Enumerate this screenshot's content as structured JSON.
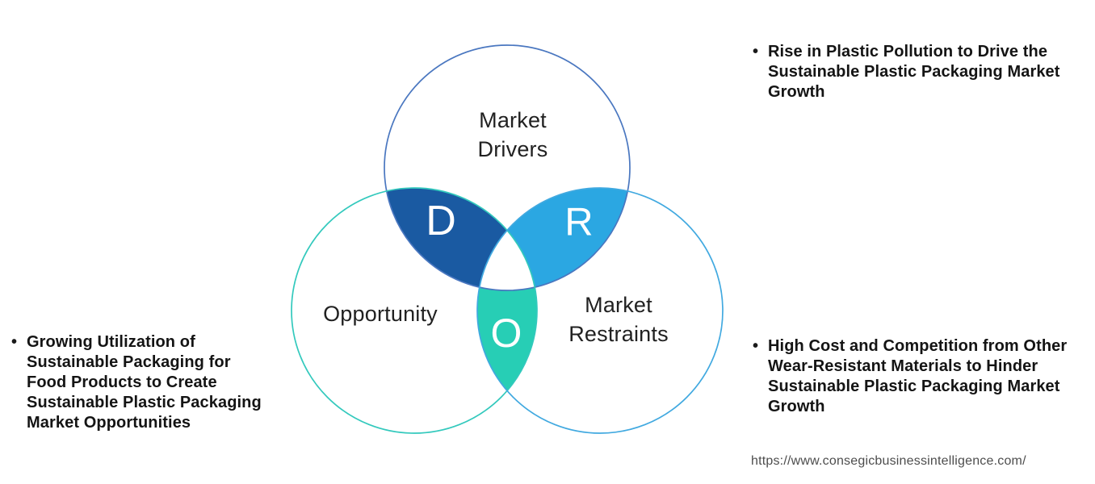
{
  "venn": {
    "circles": [
      {
        "id": "drivers",
        "label": "Market\nDrivers",
        "outline": "#4A77C0"
      },
      {
        "id": "opportunity",
        "label": "Opportunity",
        "outline": "#33C9BD"
      },
      {
        "id": "restraints",
        "label": "Market\nRestraints",
        "outline": "#41A9E0"
      }
    ],
    "overlaps": [
      {
        "id": "drivers-opportunity",
        "letter": "D",
        "fill": "#1A5AA2"
      },
      {
        "id": "drivers-restraints",
        "letter": "R",
        "fill": "#2BA7E2"
      },
      {
        "id": "opportunity-restraints",
        "letter": "O",
        "fill": "#27CEB5"
      }
    ],
    "center_fill": "#FFFFFF"
  },
  "bullets": {
    "left": "Growing Utilization of\nSustainable Packaging for\nFood Products to Create\nSustainable Plastic Packaging\nMarket Opportunities",
    "top_right": "Rise in Plastic Pollution to Drive the\nSustainable Plastic Packaging Market\nGrowth",
    "bottom_right": "High Cost and Competition from Other\nWear-Resistant Materials to Hinder\nSustainable Plastic Packaging Market\nGrowth"
  },
  "footer": {
    "source_url": "https://www.consegicbusinessintelligence.com/"
  }
}
